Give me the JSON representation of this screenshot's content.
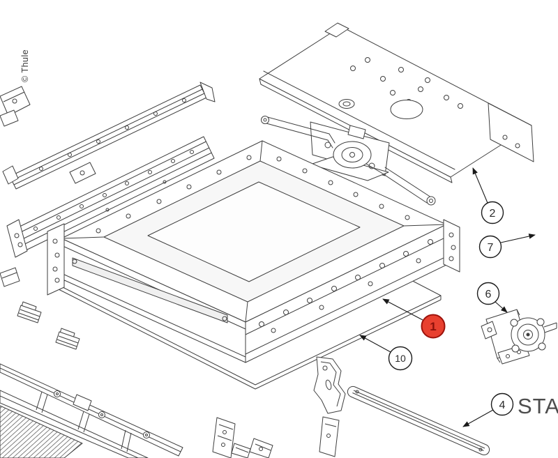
{
  "copyright": "© Thule",
  "caption": {
    "text": "STA"
  },
  "callouts": {
    "c1": {
      "label": "1",
      "highlighted": true
    },
    "c2": {
      "label": "2",
      "highlighted": false
    },
    "c4": {
      "label": "4",
      "highlighted": false
    },
    "c6": {
      "label": "6",
      "highlighted": false
    },
    "c7": {
      "label": "7",
      "highlighted": false
    },
    "c10": {
      "label": "10",
      "highlighted": false
    }
  },
  "colors": {
    "line": "#3e3e3e",
    "leader": "#1a1a1a",
    "callout_fill": "#ffffff",
    "callout_stroke": "#1a1a1a",
    "callout_text": "#2b2b2b",
    "highlight_fill": "#e8402f",
    "highlight_stroke": "#9c120b",
    "highlight_text": "#8a100a",
    "caption_text": "#4d4d4d",
    "background": "#ffffff"
  }
}
